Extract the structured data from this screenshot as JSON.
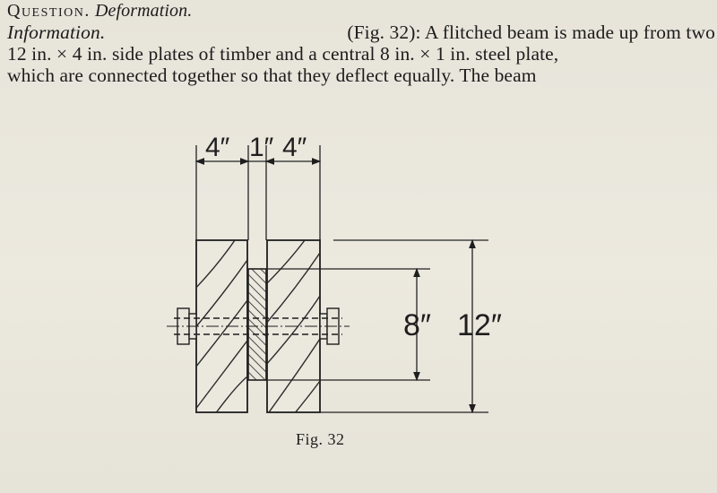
{
  "header": {
    "label": "Question.",
    "topic": "Deformation."
  },
  "paragraph": {
    "lead": "Information.",
    "line1_rest": "(Fig. 32): A flitched beam is made up from two",
    "line2": "12 in. × 4 in. side plates of timber and a central 8 in. × 1 in. steel plate,",
    "line3": "which are connected together so that they deflect equally. The beam"
  },
  "figure": {
    "dims_top": [
      "4″",
      "1″",
      "4″"
    ],
    "dim_steel": "8″",
    "dim_timber": "12″",
    "caption": "Fig. 32"
  }
}
